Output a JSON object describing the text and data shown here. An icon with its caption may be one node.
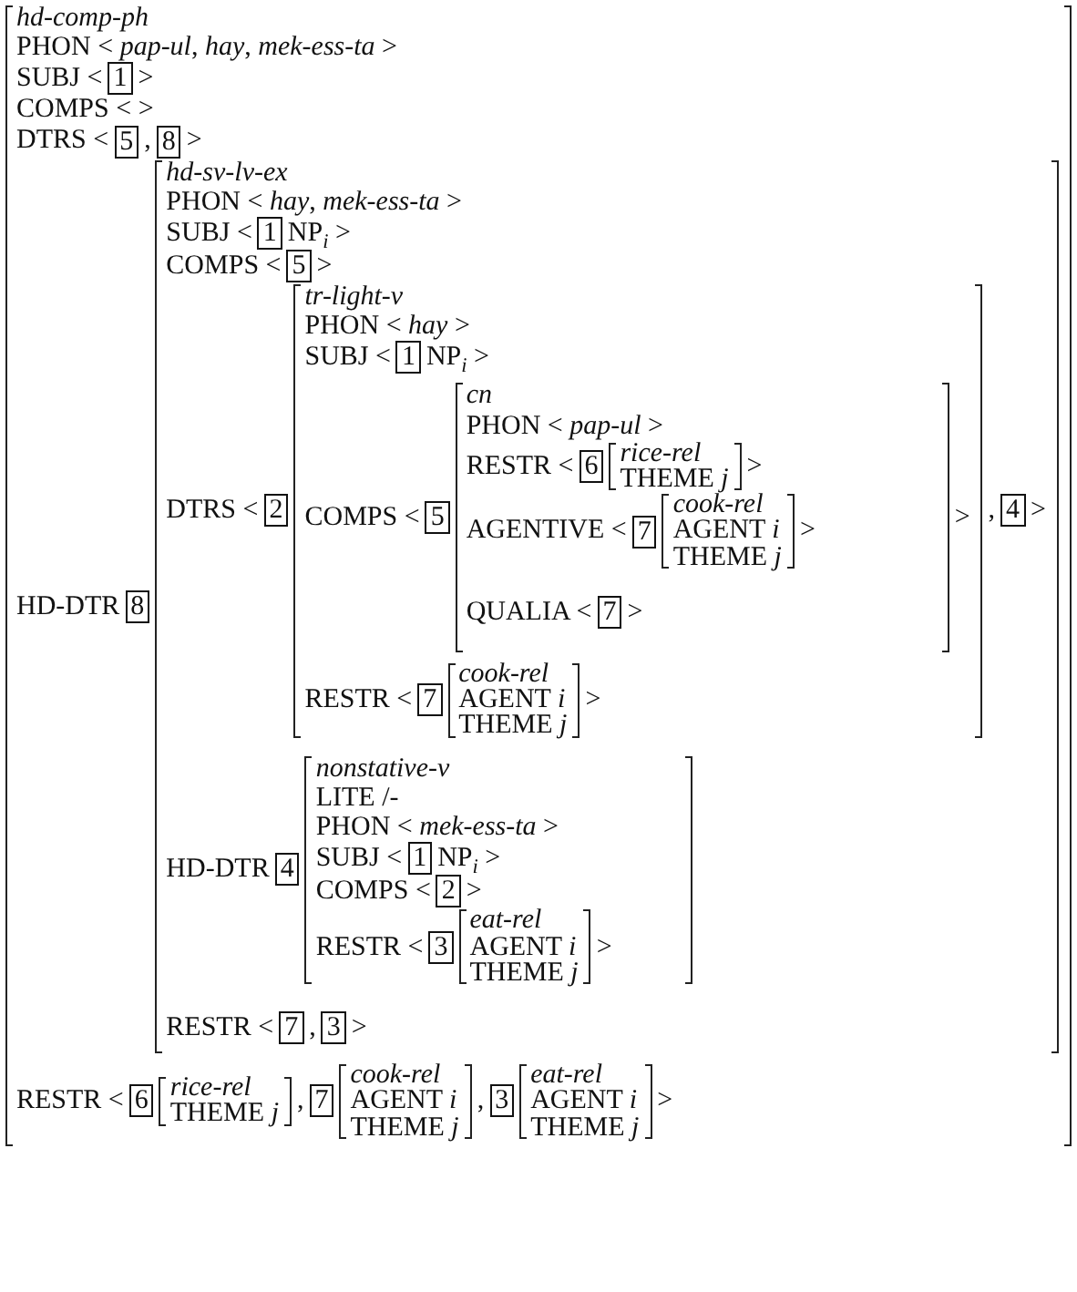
{
  "diagram": {
    "nodes": [
      {
        "text": [
          "hd-comp-ph",
          "PHON < *pap-ul*, *hay*, *mek-ess-ta* >",
          "SUBJ <",
          ">",
          "COMPS <   >",
          "DTRS <",
          ",",
          ">",
          "HD-DTR",
          "RESTR <",
          ",",
          ",",
          ">"
        ]
      },
      {
        "text": [
          "1"
        ],
        "in": 0
      },
      {
        "text": [
          "5"
        ],
        "in": 0
      },
      {
        "text": [
          "8"
        ],
        "in": 0
      },
      {
        "text": [
          "8"
        ],
        "in": 0
      },
      {
        "text": [
          "hd-sv-lv-ex",
          "PHON < *hay*, *mek-ess-ta* >",
          "SUBJ <",
          "NP$_{i}$ >",
          "COMPS <",
          ">",
          "DTRS <",
          ",",
          ">",
          "HD-DTR",
          "RESTR <",
          ",",
          ">"
        ],
        "in": 0
      },
      {
        "text": [
          "1"
        ],
        "in": 5
      },
      {
        "text": [
          "5"
        ],
        "in": 5
      },
      {
        "text": [
          "2"
        ],
        "in": 5
      },
      {
        "text": [
          "tr-light-v",
          "PHON < *hay* >",
          "SUBJ <",
          "NP$_{i}$ >",
          "COMPS <",
          ">",
          "RESTR <",
          ">"
        ],
        "in": 5
      },
      {
        "text": [
          "1"
        ],
        "in": 9
      },
      {
        "text": [
          "5"
        ],
        "in": 9
      },
      {
        "text": [
          "cn",
          "PHON < *pap-ul* >",
          "RESTR <",
          ">",
          "AGENTIVE <",
          ">",
          "QUALIA <",
          ">"
        ],
        "in": 9
      },
      {
        "text": [
          "6"
        ],
        "in": 12
      },
      {
        "text": [
          "rice-rel",
          "THEME *j*"
        ],
        "in": 12
      },
      {
        "text": [
          "7"
        ],
        "in": 12
      },
      {
        "text": [
          "cook-rel",
          "AGENT *i*",
          "THEME *j*"
        ],
        "in": 12
      },
      {
        "text": [
          "7"
        ],
        "in": 12
      },
      {
        "text": [
          "7"
        ],
        "in": 9
      },
      {
        "text": [
          "cook-rel",
          "AGENT *i*",
          "THEME *j*"
        ],
        "in": 9
      },
      {
        "text": [
          "4"
        ],
        "in": 5
      },
      {
        "text": [
          "4"
        ],
        "in": 5
      },
      {
        "text": [
          "nonstative-v",
          "LITE /-",
          "PHON < *mek-ess-ta* >",
          "SUBJ <",
          "NP$_{i}$ >",
          "COMPS <",
          ">",
          "RESTR <",
          ">"
        ],
        "in": 5
      },
      {
        "text": [
          "1"
        ],
        "in": 22
      },
      {
        "text": [
          "2"
        ],
        "in": 22
      },
      {
        "text": [
          "3"
        ],
        "in": 22
      },
      {
        "text": [
          "eat-rel",
          "AGENT *i*",
          "THEME *j*"
        ],
        "in": 22
      },
      {
        "text": [
          "7"
        ],
        "in": 5
      },
      {
        "text": [
          "3"
        ],
        "in": 5
      },
      {
        "text": [
          "6"
        ],
        "in": 0
      },
      {
        "text": [
          "rice-rel",
          "THEME *j*"
        ],
        "in": 0
      },
      {
        "text": [
          "7"
        ],
        "in": 0
      },
      {
        "text": [
          "cook-rel",
          "AGENT *i*",
          "THEME *j*"
        ],
        "in": 0
      },
      {
        "text": [
          "3"
        ],
        "in": 0
      },
      {
        "text": [
          "eat-rel",
          "AGENT *i*",
          "THEME *j*"
        ],
        "in": 0
      }
    ]
  }
}
